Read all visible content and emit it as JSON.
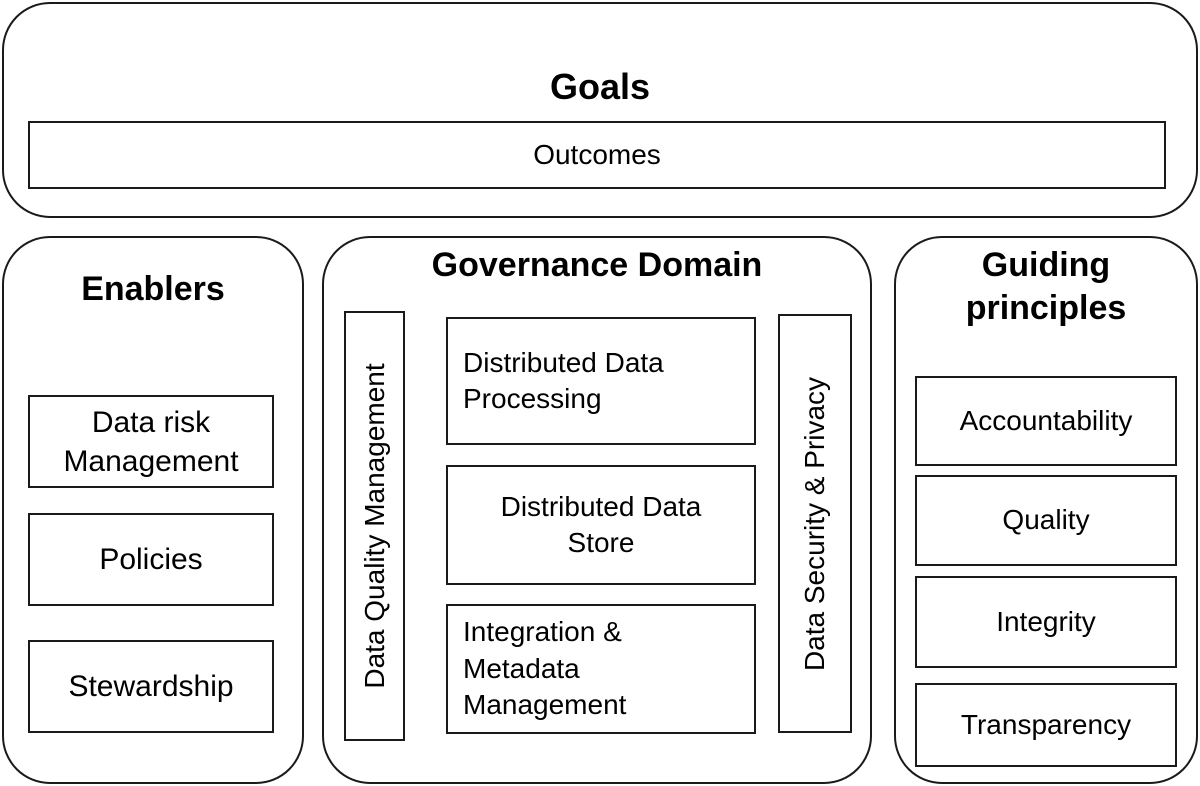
{
  "goals": {
    "title": "Goals",
    "outcomes": "Outcomes"
  },
  "enablers": {
    "title": "Enablers",
    "items": [
      {
        "label": "Data risk\nManagement"
      },
      {
        "label": "Policies"
      },
      {
        "label": "Stewardship"
      }
    ]
  },
  "governance": {
    "title": "Governance Domain",
    "left_vertical": "Data Quality Management",
    "right_vertical": "Data Security & Privacy",
    "items": [
      {
        "label": "Distributed Data\nProcessing"
      },
      {
        "label": "Distributed Data\nStore"
      },
      {
        "label": "Integration &\nMetadata\nManagement"
      }
    ]
  },
  "principles": {
    "title": "Guiding\nprinciples",
    "items": [
      {
        "label": "Accountability"
      },
      {
        "label": "Quality"
      },
      {
        "label": "Integrity"
      },
      {
        "label": "Transparency"
      }
    ]
  }
}
